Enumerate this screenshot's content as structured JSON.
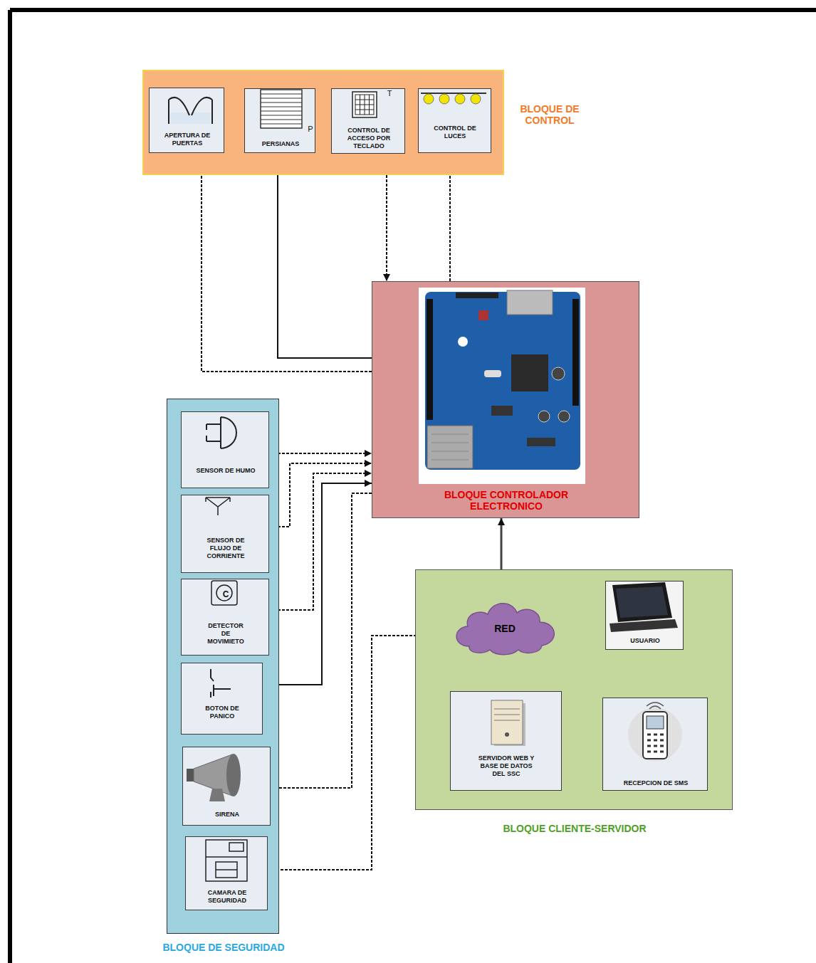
{
  "diagram": {
    "nodes": [
      {
        "text": [
          "BLOQUE DE CONTROL"
        ]
      },
      {
        "text": [
          "APERTURA DE PUERTAS"
        ],
        "in": 0
      },
      {
        "text": [
          "P",
          "PERSIANAS"
        ],
        "in": 0
      },
      {
        "text": [
          "T",
          "CONTROL DE ACCESO POR TECLADO"
        ],
        "in": 0
      },
      {
        "text": [
          "CONTROL DE LUCES"
        ],
        "in": 0
      },
      {
        "text": [
          "BLOQUE CONTROLADOR ELECTRONICO"
        ]
      },
      {
        "text": [
          "BLOQUE DE SEGURIDAD"
        ]
      },
      {
        "text": [
          "SENSOR DE HUMO"
        ],
        "in": 6
      },
      {
        "text": [
          "SENSOR DE FLUJO DE CORRIENTE"
        ],
        "in": 6
      },
      {
        "text": [
          "C",
          "DETECTOR DE MOVIMIETO"
        ],
        "in": 6
      },
      {
        "text": [
          "BOTON DE PANICO"
        ],
        "in": 6
      },
      {
        "text": [
          "SIRENA"
        ],
        "in": 6
      },
      {
        "text": [
          "CAMARA DE SEGURIDAD"
        ],
        "in": 6
      },
      {
        "text": [
          "BLOQUE CLIENTE-SERVIDOR"
        ]
      },
      {
        "text": [
          "RED"
        ],
        "in": 13
      },
      {
        "text": [
          "USUARIO"
        ],
        "in": 13
      },
      {
        "text": [
          "SERVIDOR WEB Y BASE DE DATOS DEL SSC"
        ],
        "in": 13
      },
      {
        "text": [
          "RECEPCION DE SMS"
        ],
        "in": 13
      }
    ],
    "edges": [
      {
        "from": 5,
        "to": 1,
        "arrow": "to"
      },
      {
        "from": 5,
        "to": 2,
        "arrow": "to"
      },
      {
        "from": 3,
        "to": 5,
        "arrow": "to"
      },
      {
        "from": 5,
        "to": 4,
        "arrow": "to"
      },
      {
        "from": 7,
        "to": 5,
        "arrow": "to"
      },
      {
        "from": 8,
        "to": 5,
        "arrow": "to"
      },
      {
        "from": 9,
        "to": 5,
        "arrow": "to"
      },
      {
        "from": 10,
        "to": 5,
        "arrow": "to"
      },
      {
        "from": 5,
        "to": 11,
        "arrow": "to"
      },
      {
        "from": 12,
        "to": 14,
        "arrow": "to"
      },
      {
        "from": 5,
        "to": 14,
        "arrow": "both"
      },
      {
        "from": 14,
        "to": 15,
        "arrow": "both"
      },
      {
        "from": 14,
        "to": 16,
        "arrow": "both"
      },
      {
        "from": 16,
        "to": 17,
        "arrow": "to"
      }
    ]
  }
}
